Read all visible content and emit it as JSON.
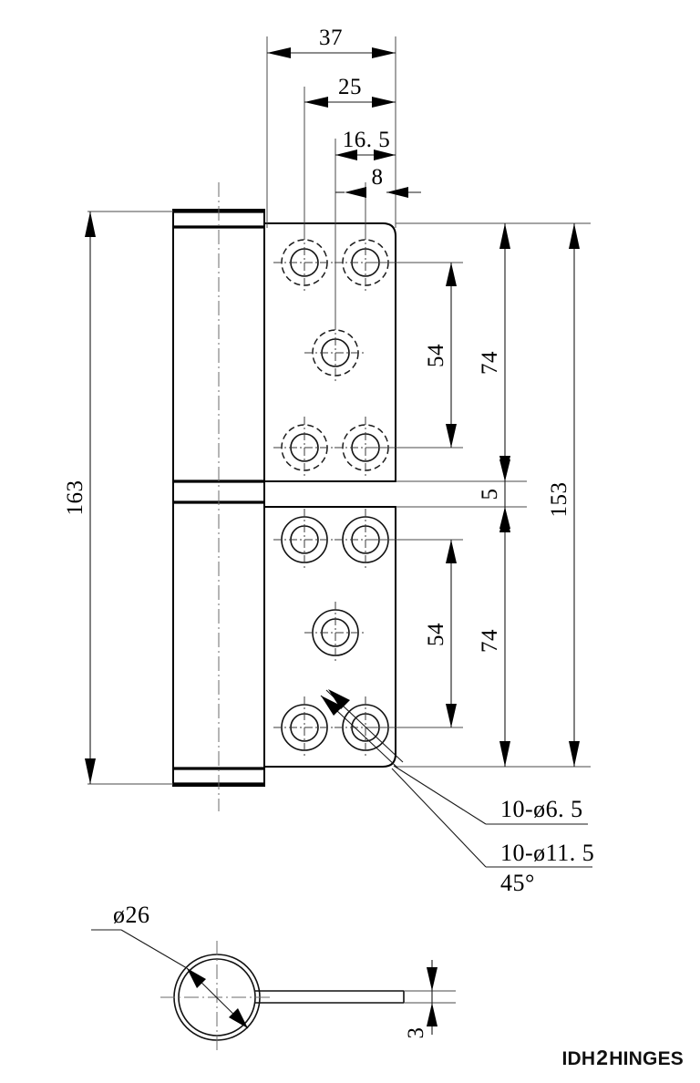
{
  "drawing": {
    "title": "Lift-off hinge technical drawing",
    "units": "mm",
    "background_color": "#ffffff",
    "line_color": "#000000",
    "views": {
      "front": "front elevation of two-leaf lift-off hinge with knuckle barrel",
      "bottom": "plan/section detail of knuckle and leaf thickness"
    }
  },
  "dimensions": {
    "top": [
      {
        "name": "width-overall",
        "value": "37"
      },
      {
        "name": "width-to-second-column",
        "value": "25"
      },
      {
        "name": "width-16-5",
        "value": "16. 5"
      },
      {
        "name": "width-8",
        "value": "8"
      }
    ],
    "left": [
      {
        "name": "barrel-length",
        "value": "163"
      }
    ],
    "right_inner_upper": {
      "name": "upper-hole-span",
      "value": "54"
    },
    "right_mid_upper": {
      "name": "upper-leaf-height",
      "value": "74"
    },
    "right_gap": {
      "name": "leaf-gap",
      "value": "5"
    },
    "right_inner_lower": {
      "name": "lower-hole-span",
      "value": "54"
    },
    "right_mid_lower": {
      "name": "lower-leaf-height",
      "value": "74"
    },
    "right_outer": {
      "name": "leaf-overall-height",
      "value": "153"
    },
    "bottom_view": [
      {
        "name": "knuckle-diameter",
        "value": "ø26"
      },
      {
        "name": "leaf-thickness",
        "value": "3"
      }
    ]
  },
  "annotations": [
    {
      "name": "pilot-hole-callout",
      "value": "10-ø6. 5"
    },
    {
      "name": "countersink-callout",
      "value": "10-ø11. 5"
    },
    {
      "name": "countersink-angle",
      "value": "45°"
    }
  ],
  "watermark": {
    "prefix": "IDH",
    "number": "2",
    "suffix": "HINGES"
  }
}
